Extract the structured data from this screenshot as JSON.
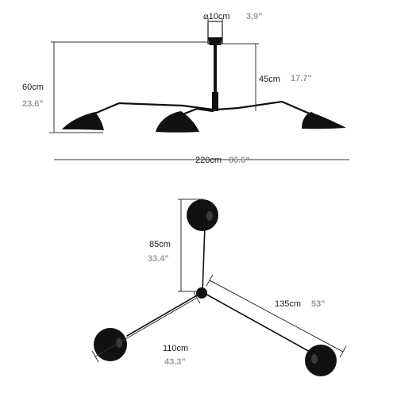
{
  "side_view": {
    "canopy_diameter": {
      "metric": "⌀10cm",
      "imperial": "3.9\""
    },
    "drop_height": {
      "metric": "45cm",
      "imperial": "17.7\""
    },
    "total_height": {
      "metric": "60cm",
      "imperial": "23.6\""
    },
    "total_width": {
      "metric": "220cm",
      "imperial": "86.6\""
    }
  },
  "top_view": {
    "short_arm": {
      "metric": "85cm",
      "imperial": "33.4\""
    },
    "middle_arm": {
      "metric": "110cm",
      "imperial": "43.3\""
    },
    "long_arm": {
      "metric": "135cm",
      "imperial": "53\""
    }
  },
  "colors": {
    "fixture": "#111111",
    "dimension_line": "#333333",
    "metric_text": "#222222",
    "imperial_text": "#9a9a9a"
  }
}
